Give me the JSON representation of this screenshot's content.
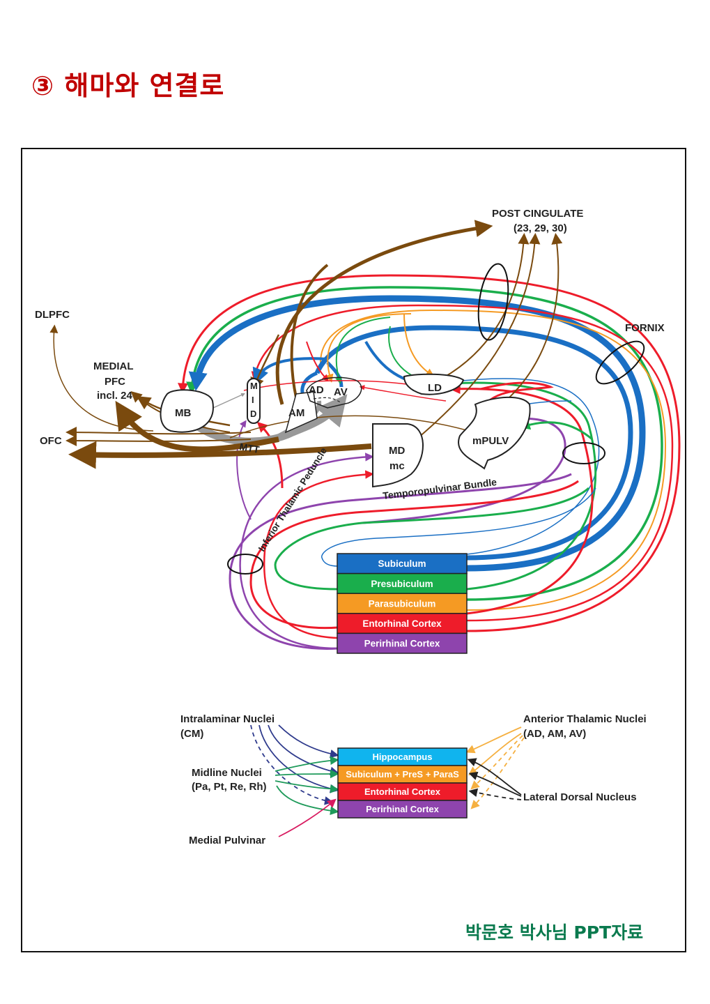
{
  "page": {
    "title": "③ 해마와 연결로",
    "credit": "박문호 박사님 PPT자료"
  },
  "colors": {
    "subiculum": "#1a6fc4",
    "presubiculum": "#1aae4c",
    "parasubiculum": "#f59a23",
    "entorhinal": "#ee1c2a",
    "perirhinal": "#8e44ad",
    "thalamic_output": "#7a4a0e",
    "mtt": "#999999",
    "hippocampus": "#10b4ee",
    "title_red": "#c00000",
    "credit_green": "#0a7a4e"
  },
  "diagram": {
    "targets": {
      "post_cingulate": "POST CINGULATE",
      "post_cingulate_areas": "(23, 29, 30)",
      "dlpfc": "DLPFC",
      "medial_pfc_1": "MEDIAL",
      "medial_pfc_2": "PFC",
      "medial_pfc_3": "incl. 24",
      "ofc": "OFC",
      "fornix": "FORNIX"
    },
    "nuclei": {
      "mb": "MB",
      "mid_m": "M",
      "mid_i": "I",
      "mid_d": "D",
      "am": "AM",
      "ad": "AD",
      "av": "AV",
      "ld": "LD",
      "md_1": "MD",
      "md_2": "mc",
      "mpulv": "mPULV"
    },
    "tracts": {
      "mtt": "MTT",
      "itp": "Inferior Thalamic Peduncle",
      "tpb": "Temporopulvinar Bundle"
    },
    "sources": [
      {
        "label": "Subiculum",
        "color": "#1a6fc4"
      },
      {
        "label": "Presubiculum",
        "color": "#1aae4c"
      },
      {
        "label": "Parasubiculum",
        "color": "#f59a23"
      },
      {
        "label": "Entorhinal Cortex",
        "color": "#ee1c2a"
      },
      {
        "label": "Perirhinal Cortex",
        "color": "#8e44ad"
      }
    ]
  },
  "inputs_diagram": {
    "targets": [
      {
        "label": "Hippocampus",
        "color": "#10b4ee"
      },
      {
        "label": "Subiculum + PreS + ParaS",
        "color": "#f59a23"
      },
      {
        "label": "Entorhinal Cortex",
        "color": "#ee1c2a"
      },
      {
        "label": "Perirhinal Cortex",
        "color": "#8e44ad"
      }
    ],
    "left_sources": {
      "intralaminar_1": "Intralaminar Nuclei",
      "intralaminar_2": "(CM)",
      "midline_1": "Midline Nuclei",
      "midline_2": "(Pa, Pt, Re, Rh)",
      "medial_pulvinar": "Medial Pulvinar"
    },
    "right_sources": {
      "anterior_1": "Anterior Thalamic Nuclei",
      "anterior_2": "(AD, AM, AV)",
      "lateral_dorsal": "Lateral Dorsal Nucleus"
    }
  }
}
